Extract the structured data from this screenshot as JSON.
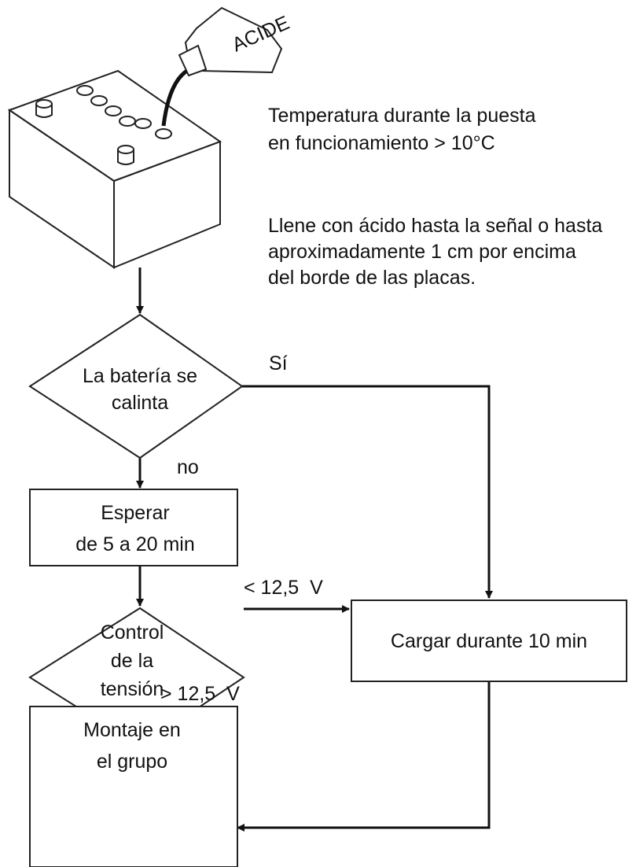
{
  "notes": {
    "temperature": {
      "line1": "Temperatura durante la puesta",
      "line2": "en funcionamiento > 10°C"
    },
    "fill": {
      "line1": "Llene con ácido hasta la señal o hasta",
      "line2": "aproximadamente 1 cm por encima",
      "line3": "del borde de las placas."
    }
  },
  "illustration": {
    "bottle_text": "ACIDE"
  },
  "nodes": {
    "decision_heat": {
      "line1": "La batería se",
      "line2": "calinta"
    },
    "wait": {
      "line1": "Esperar",
      "line2": "de 5 a 20 min"
    },
    "decision_voltage": {
      "line1": "Control",
      "line2": "de la",
      "line3": "tensión"
    },
    "charge": {
      "line1": "Cargar durante 10 min"
    },
    "mount": {
      "line1": "Montaje en",
      "line2": "el grupo"
    }
  },
  "edges": {
    "yes": "Sí",
    "no": "no",
    "low_voltage": "< 12,5  V",
    "high_voltage": "> 12,5  V"
  }
}
